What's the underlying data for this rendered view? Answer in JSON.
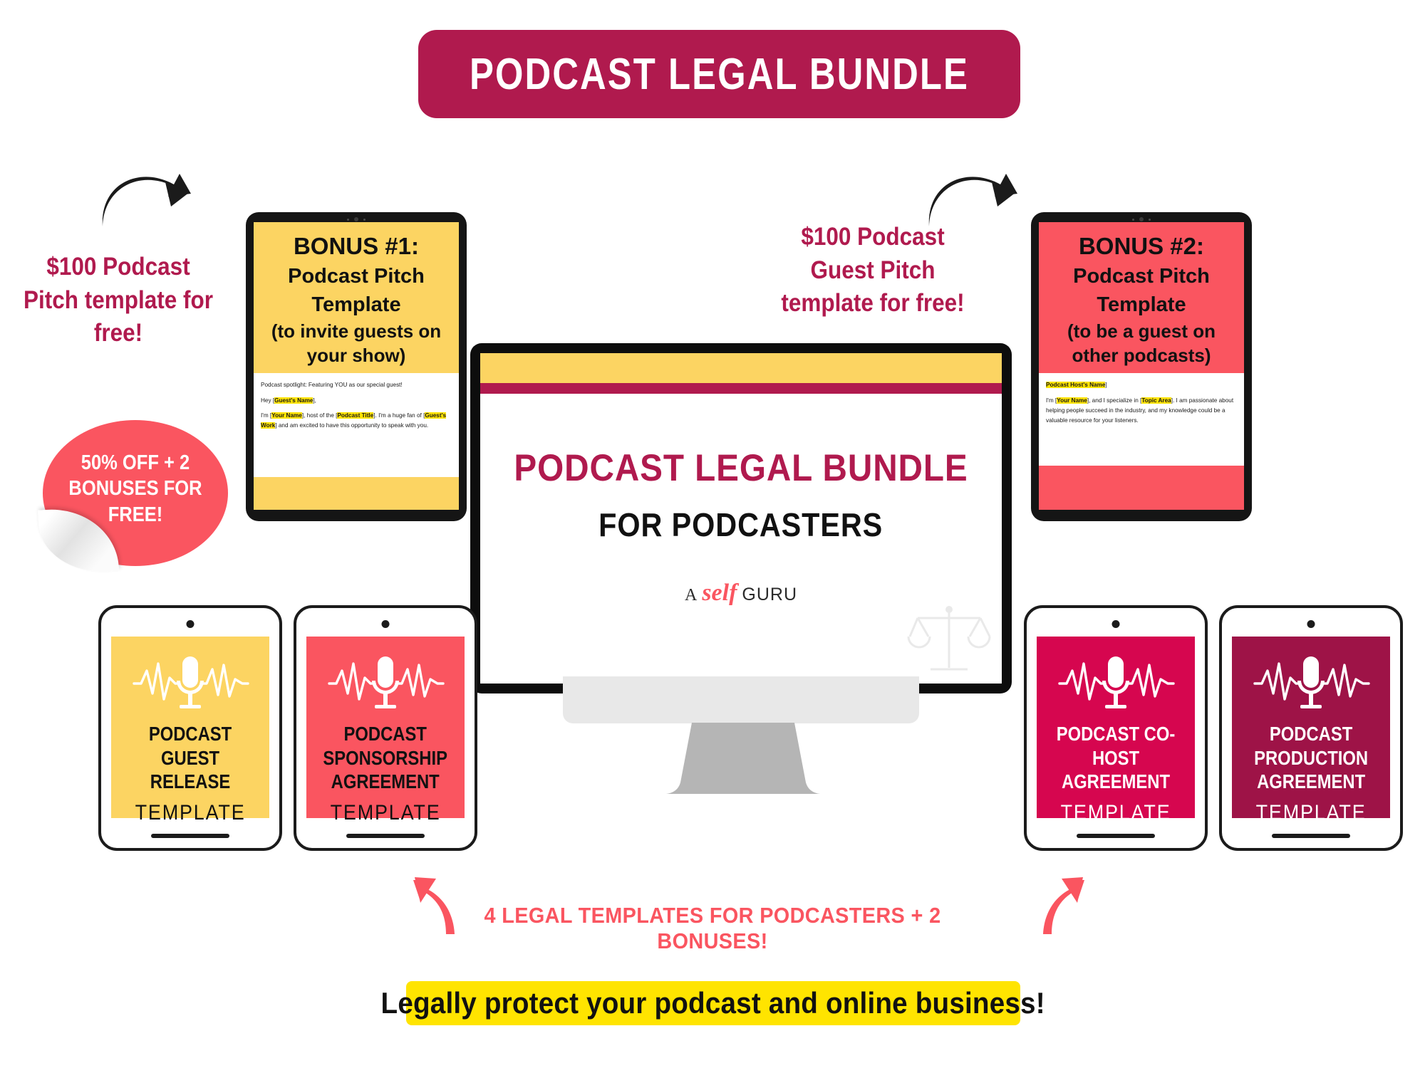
{
  "header": {
    "title": "PODCAST LEGAL BUNDLE",
    "banner_color": "#b01a4e"
  },
  "colors": {
    "crimson": "#b01a4e",
    "coral": "#fa5560",
    "yellow": "#fcd462",
    "highlight_yellow": "#ffe400",
    "deep_magenta": "#d6064f",
    "dark_plum": "#9e1347"
  },
  "callouts": {
    "left": "$100 Podcast Pitch template for free!",
    "right": "$100 Podcast Guest Pitch template for free!",
    "bottom": "4 LEGAL TEMPLATES FOR PODCASTERS + 2 BONUSES!"
  },
  "sticker": {
    "line1": "50% OFF + 2",
    "line2": "BONUSES FOR FREE!"
  },
  "bonus1": {
    "heading": "BONUS #1:",
    "line2": "Podcast Pitch",
    "line3": "Template",
    "line4": "(to invite guests on",
    "line5": "your show)",
    "doc": {
      "p1": "Podcast spotlight: Featuring YOU as our special guest!",
      "p2_pre": "Hey [",
      "p2_hl": "Guest's Name",
      "p2_post": "],",
      "p3_a": "I'm [",
      "p3_hl1": "Your Name",
      "p3_b": "], host of the [",
      "p3_hl2": "Podcast Title",
      "p3_c": "]. I'm a huge fan of [",
      "p3_hl3": "Guest's Work",
      "p3_d": "] and am excited to have this opportunity to speak with you."
    }
  },
  "bonus2": {
    "heading": "BONUS #2:",
    "line2": "Podcast Pitch",
    "line3": "Template",
    "line4": "(to be a guest on",
    "line5": "other podcasts)",
    "doc": {
      "p1_hl": "Podcast Host's Name",
      "p1_post": "]",
      "p2_a": "I'm [",
      "p2_hl1": "Your Name",
      "p2_b": "], and I specialize in [",
      "p2_hl2": "Topic Area",
      "p2_c": "]. I am passionate about helping people succeed in the industry, and my knowledge could be a valuable resource for your listeners."
    }
  },
  "monitor": {
    "title": "PODCAST LEGAL BUNDLE",
    "subtitle": "FOR PODCASTERS",
    "logo_a": "A",
    "logo_self": "self",
    "logo_guru": "GURU"
  },
  "tablets": [
    {
      "id": "guest",
      "title_lines": [
        "PODCAST",
        "GUEST RELEASE"
      ],
      "subtitle": "TEMPLATE",
      "bg": "#fcd462",
      "text": "dark"
    },
    {
      "id": "spons",
      "title_lines": [
        "PODCAST",
        "SPONSORSHIP",
        "AGREEMENT"
      ],
      "subtitle": "TEMPLATE",
      "bg": "#fa5560",
      "text": "dark"
    },
    {
      "id": "cohost",
      "title_lines": [
        "PODCAST CO-HOST",
        "AGREEMENT"
      ],
      "subtitle": "TEMPLATE",
      "bg": "#d6064f",
      "text": "light"
    },
    {
      "id": "prod",
      "title_lines": [
        "PODCAST",
        "PRODUCTION",
        "AGREEMENT"
      ],
      "subtitle": "TEMPLATE",
      "bg": "#9e1347",
      "text": "light"
    }
  ],
  "bottom_bar": {
    "text": "Legally protect your podcast and online business!"
  },
  "icons": {
    "arrow_curved": "curved-arrow-icon",
    "microphone": "microphone-waveform-icon",
    "scales": "scales-of-justice-icon"
  }
}
